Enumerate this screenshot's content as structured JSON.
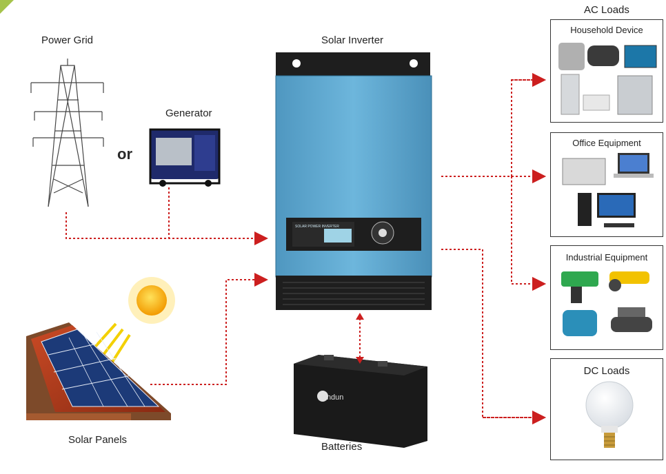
{
  "labels": {
    "power_grid": "Power Grid",
    "generator": "Generator",
    "or": "or",
    "solar_inverter": "Solar Inverter",
    "solar_panels": "Solar Panels",
    "batteries": "Batteries",
    "ac_loads": "AC Loads",
    "household_device": "Household Device",
    "office_equipment": "Office Equipment",
    "industrial_equipment": "Industrial Equipment",
    "dc_loads": "DC Loads"
  },
  "inverter_panel_text": "SOLAR POWER INVERTER",
  "battery_brand": "sindun",
  "colors": {
    "connector": "#cc1f1f",
    "inverter_body": "#5aa6cf",
    "inverter_dark": "#1e1e1e",
    "accent_corner": "#a5c34a",
    "sun": "#f5a800"
  }
}
